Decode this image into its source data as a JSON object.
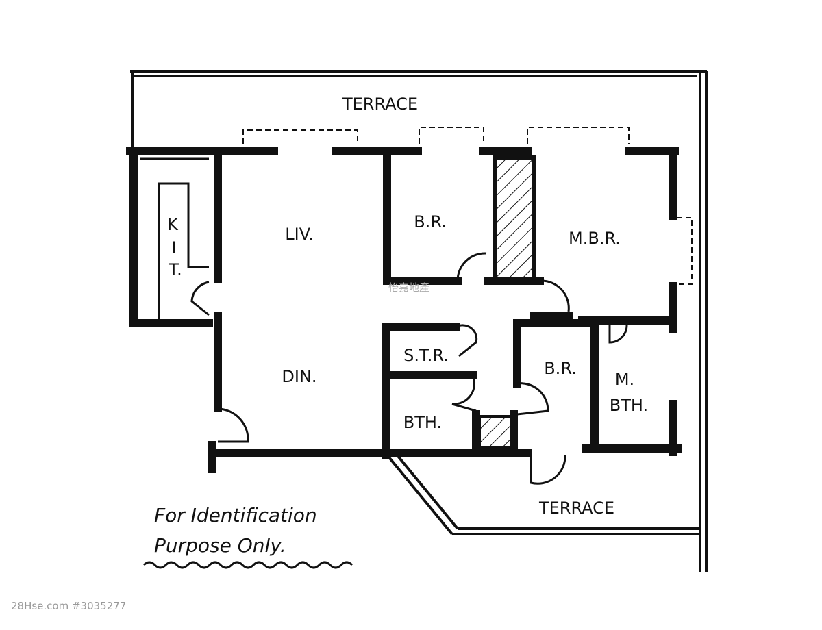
{
  "rooms": {
    "terrace_top": "TERRACE",
    "living": "LIV.",
    "bedroom_1": "B.R.",
    "master_bedroom": "M.B.R.",
    "kitchen": [
      "K",
      "I",
      "T."
    ],
    "dining": "DIN.",
    "store": "S.T.R.",
    "bedroom_2": "B.R.",
    "master_bath": [
      "M.",
      "BTH."
    ],
    "bath": "BTH.",
    "terrace_bottom": "TERRACE"
  },
  "note": [
    "For Identification",
    "Purpose Only."
  ],
  "watermark": "怡嘉地產",
  "footer": "28Hse.com #3035277"
}
